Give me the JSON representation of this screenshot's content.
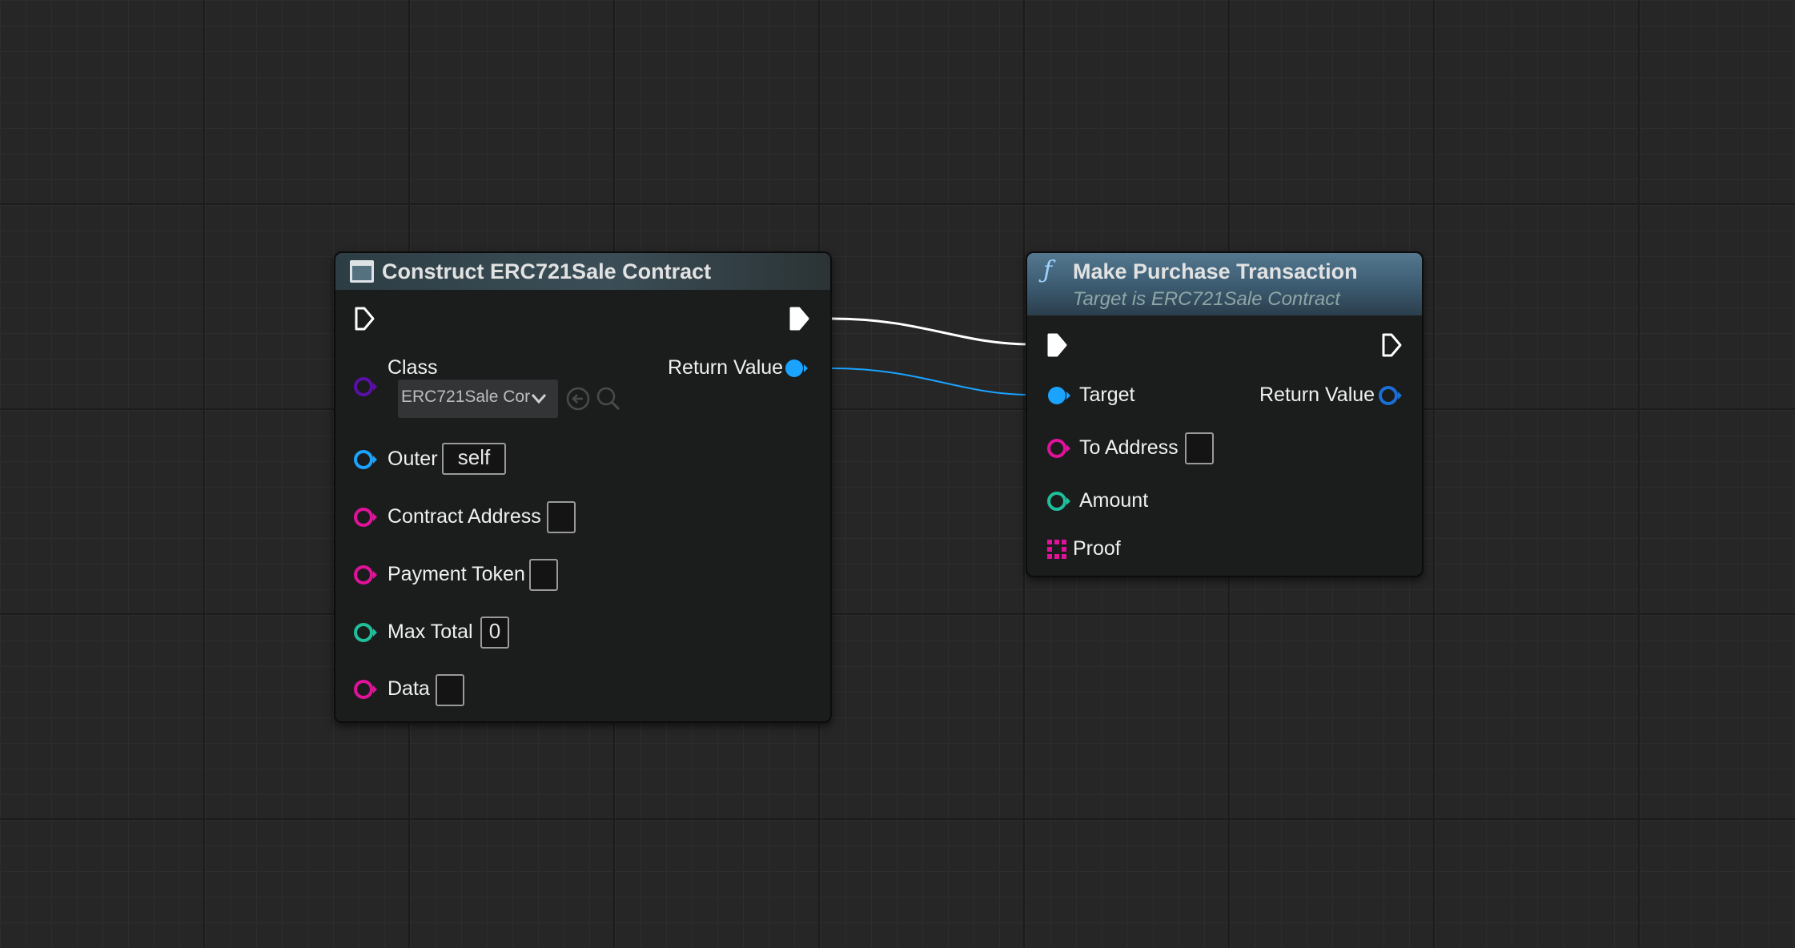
{
  "construct_node": {
    "title": "Construct ERC721Sale Contract",
    "pins": {
      "class_label": "Class",
      "class_value": "ERC721Sale Cor",
      "outer_label": "Outer",
      "outer_value": "self",
      "contract_address_label": "Contract Address",
      "contract_address_value": "",
      "payment_token_label": "Payment Token",
      "payment_token_value": "",
      "max_total_label": "Max Total",
      "max_total_value": "0",
      "data_label": "Data",
      "data_value": "",
      "return_value_label": "Return Value"
    },
    "icons": [
      "class-icon",
      "exec-in-icon",
      "exec-out-icon",
      "chevron-down-icon",
      "use-selected-icon",
      "browse-icon"
    ]
  },
  "purchase_node": {
    "title": "Make Purchase Transaction",
    "subtitle": "Target is ERC721Sale Contract",
    "pins": {
      "target_label": "Target",
      "return_value_label": "Return Value",
      "to_address_label": "To Address",
      "to_address_value": "",
      "amount_label": "Amount",
      "proof_label": "Proof"
    },
    "icons": [
      "function-icon",
      "exec-in-icon",
      "exec-out-icon",
      "array-icon"
    ]
  },
  "colors": {
    "canvas": "#262626",
    "exec_wire": "#ffffff",
    "object_pin": "#1aa3ff",
    "string_pin": "#e0129a",
    "integer_pin": "#1ebf9a",
    "class_pin": "#5a0fa8",
    "construct_header": "#2f4550",
    "function_header": "#3e5e75"
  }
}
